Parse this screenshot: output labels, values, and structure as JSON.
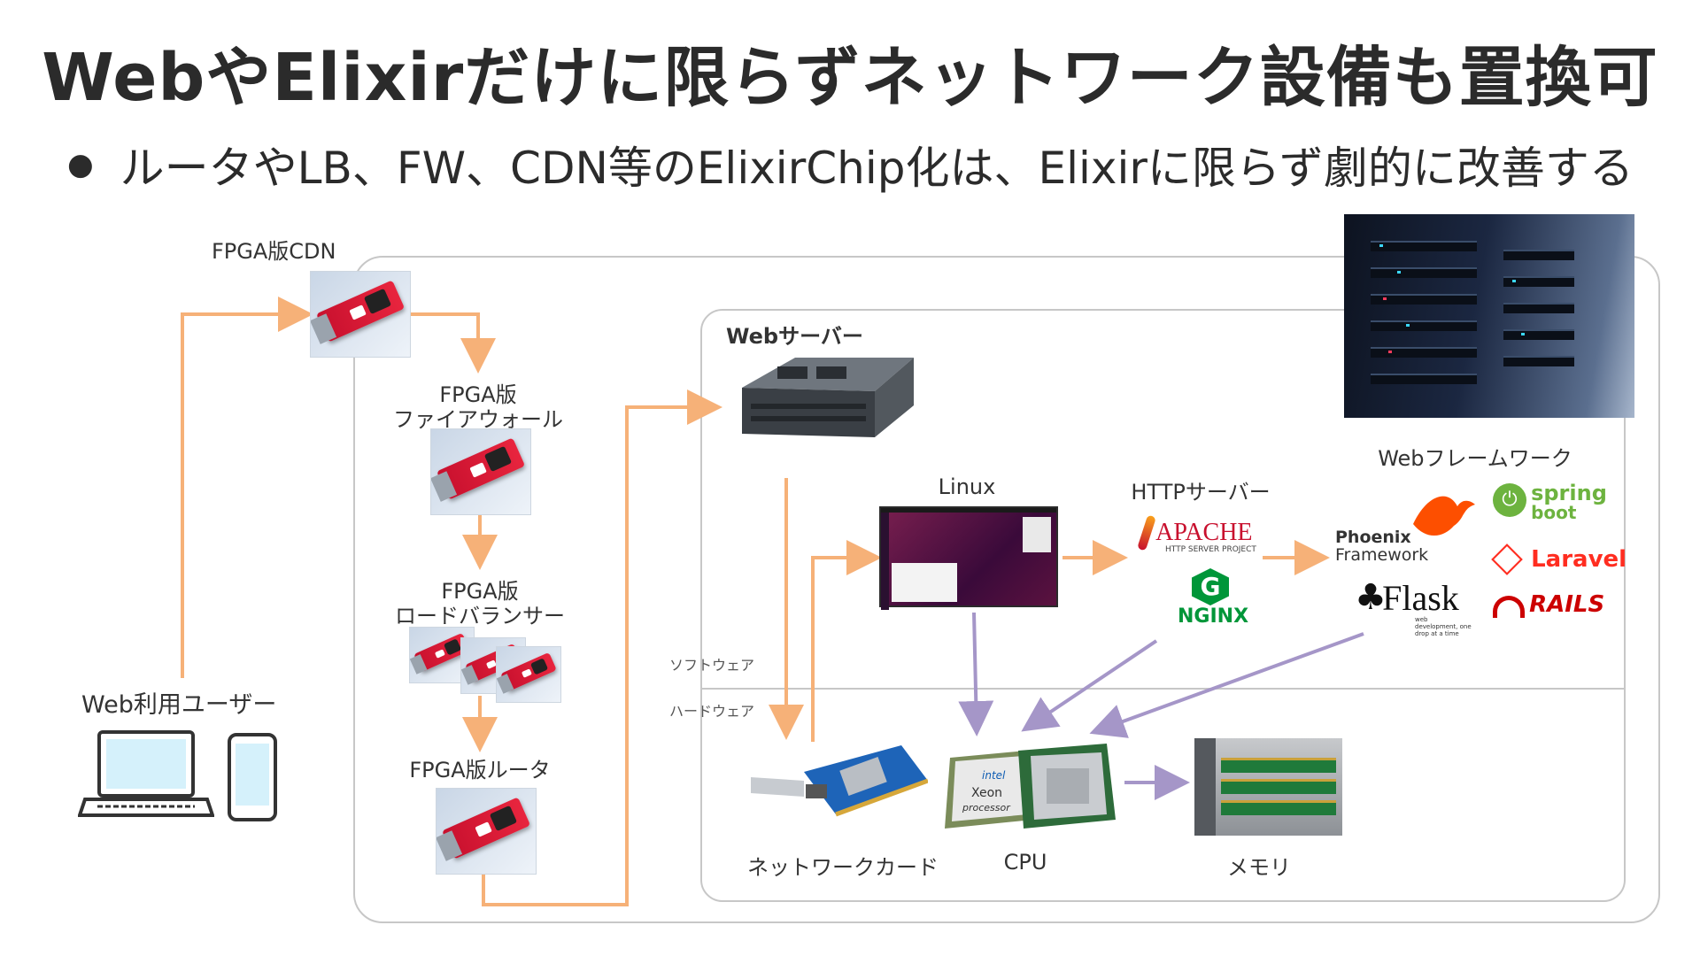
{
  "title": "WebやElixirだけに限らずネットワーク設備も置換可",
  "bullet": "ルータやLB、FW、CDN等のElixirChip化は、Elixirに限らず劇的に改善する",
  "labels": {
    "fpga_cdn": "FPGA版CDN",
    "fpga_fw_line1": "FPGA版",
    "fpga_fw_line2": "ファイアウォール",
    "fpga_lb_line1": "FPGA版",
    "fpga_lb_line2": "ロードバランサー",
    "fpga_router": "FPGA版ルータ",
    "web_user": "Web利用ユーザー",
    "web_server": "Webサーバー",
    "linux": "Linux",
    "http_server": "HTTPサーバー",
    "web_framework": "Webフレームワーク",
    "software": "ソフトウェア",
    "hardware": "ハードウェア",
    "network_card": "ネットワークカード",
    "cpu": "CPU",
    "memory": "メモリ"
  },
  "logos": {
    "apache": "APACHE",
    "apache_sub": "HTTP SERVER PROJECT",
    "nginx": "NGINX",
    "phoenix_line1": "Phoenix",
    "phoenix_line2": "Framework",
    "flask": "Flask",
    "flask_sub": "web development, one drop at a time",
    "spring_line1": "spring",
    "spring_line2": "boot",
    "laravel": "Laravel",
    "rails": "RAILS",
    "intel": "intel",
    "xeon_line1": "Xeon",
    "xeon_line2": "processor"
  },
  "icons": [
    "fpga-card-icon",
    "server-rack-icon",
    "rack-server-icon",
    "linux-desktop-icon",
    "network-card-icon",
    "cpu-icon",
    "memory-icon",
    "laptop-icon",
    "smartphone-icon"
  ],
  "colors": {
    "flow_arrow": "#f6b178",
    "data_arrow": "#a596c8",
    "frame_border": "#c7c7c7",
    "apache_red": "#c8102e",
    "nginx_green": "#009639",
    "spring_green": "#6db33f",
    "laravel_red": "#ff2d20",
    "rails_red": "#cc0000",
    "phoenix_orange": "#fd4f00"
  }
}
